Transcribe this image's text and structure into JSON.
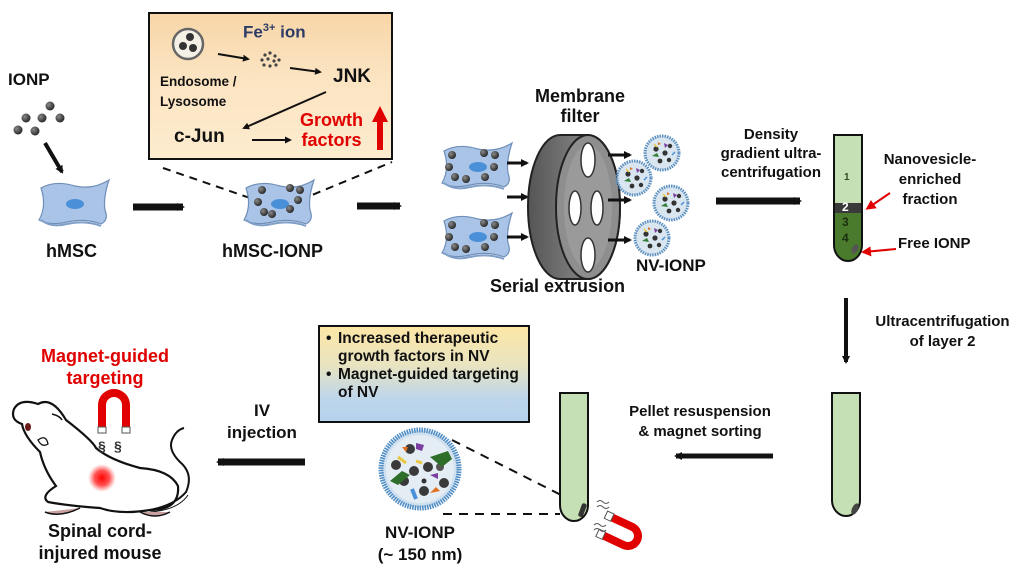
{
  "title": "Schematic of NV-IONP preparation from IONP-treated hMSCs and magnet-guided targeting in spinal cord-injured mice",
  "colors": {
    "accent_red": "#e00000",
    "cell_blue": "#a9c4e6",
    "nucleus_blue": "#4a90d9",
    "particle_dark": "#3a3a3a",
    "tube_light_green": "#c5e0b4",
    "tube_dark_green": "#3f6f2a",
    "inset_bg": "#fbe3c0"
  },
  "labels": {
    "ionp": "IONP",
    "hmsc": "hMSC",
    "hmsc_ionp": "hMSC-IONP",
    "membrane_filter": "Membrane\nfilter",
    "serial_extrusion": "Serial extrusion",
    "nv_ionp_top": "NV-IONP",
    "density_gradient": "Density\ngradient ultra-\ncentrifugation",
    "nanovesicle_fraction": "Nanovesicle-\nenriched\nfraction",
    "free_ionp": "Free IONP",
    "ultracentrifugation": "Ultracentrifugation\nof layer 2",
    "pellet_resuspension": "Pellet resuspension\n& magnet sorting",
    "nv_ionp_bottom": "NV-IONP\n(~ 150 nm)",
    "iv_injection": "IV\ninjection",
    "magnet_guided_targeting": "Magnet-guided\ntargeting",
    "spinal_cord_mouse": "Spinal cord-\ninjured mouse"
  },
  "inset": {
    "endosome": "Endosome /\nLysosome",
    "fe_ion_prefix": "Fe",
    "fe_ion_superscript": "3+",
    "fe_ion_suffix": " ion",
    "jnk": "JNK",
    "cjun": "c-Jun",
    "growth_factors": "Growth\nfactors"
  },
  "tube_layers": [
    "1",
    "2",
    "3",
    "4"
  ],
  "info_box": {
    "bullet": "•",
    "items": [
      "Increased therapeutic growth factors in NV",
      "Magnet-guided targeting of NV"
    ]
  }
}
